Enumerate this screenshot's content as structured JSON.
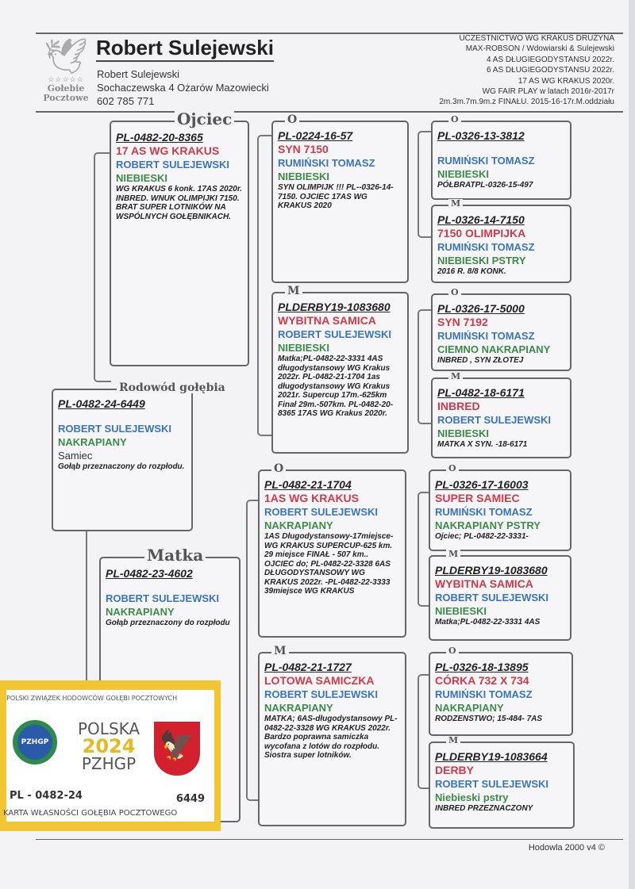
{
  "header": {
    "logo_text": [
      "Gołebie",
      "Pocztowe"
    ],
    "title": "Robert Sulejewski",
    "owner": "Robert Sulejewski",
    "address": "Sochaczewska 4 Ożarów Mazowiecki",
    "phone": "602 785 771",
    "achievements": [
      "UCZESTNICTWO WG KRAKUS DRUŻYNA",
      "MAX-ROBSON / Wdowiarski & Sulejewski",
      "4 AS DŁUGIEGODYSTANSU 2022r.",
      "6 AS DŁUGIEGODYSTANSU 2022r.",
      "17 AS WG KRAKUS 2020r.",
      "WG FAIR PLAY w latach 2016r-2017r",
      "2m.3m.7m.9m.z FINAŁU. 2015-16-17r.M.oddziału"
    ]
  },
  "pigeons": [
    {
      "id": "subject",
      "label": "Rodowód gołębia",
      "ring": "PL-0482-24-6449",
      "name": "",
      "owner": "ROBERT SULEJEWSKI",
      "color": "NAKRAPIANY",
      "sex": "Samiec",
      "notes": "Gołąb przeznaczony do rozpłodu."
    },
    {
      "id": "sire",
      "label": "Ojciec",
      "ring": "PL-0482-20-8365",
      "name": "17 AS WG KRAKUS",
      "owner": "ROBERT SULEJEWSKI",
      "color": "NIEBIESKI",
      "notes": "WG KRAKUS 6 konk. 17AS 2020r. INBRED. WNUK OLIMPIJKI 7150. BRAT SUPER LOTNIKÓW NA WSPÓLNYCH GOŁĘBNIKACH."
    },
    {
      "id": "dam",
      "label": "Matka",
      "ring": "PL-0482-23-4602",
      "name": "",
      "owner": "ROBERT SULEJEWSKI",
      "color": "NAKRAPIANY",
      "notes": "Gołąb przeznaczony do rozpłodu"
    },
    {
      "id": "ss",
      "label": "O",
      "ring": "PL-0224-16-57",
      "name": "SYN 7150",
      "owner": "RUMIŃSKI TOMASZ",
      "color": "NIEBIESKI",
      "notes": "SYN OLIMPIJK !!! PL--0326-14-7150.   OJCIEC 17AS WG KRAKUS 2020"
    },
    {
      "id": "sd",
      "label": "M",
      "ring": "PLDERBY19-1083680",
      "name": "WYBITNA SAMICA",
      "owner": "ROBERT SULEJEWSKI",
      "color": "NIEBIESKI",
      "notes": "Matka;PL-0482-22-3331 4AS długodystansowy WG Krakus 2022r.  PL-0482-21-1704  1as długodystansowy WG Krakus 2021r. Supercup 17m.-625km Finał 29m.-507km. PL-0482-20-8365 17AS WG Krakus 2020r."
    },
    {
      "id": "ds",
      "label": "O",
      "ring": "PL-0482-21-1704",
      "name": "1AS WG KRAKUS",
      "owner": "ROBERT SULEJEWSKI",
      "color": "NAKRAPIANY",
      "notes": "1AS Długodystansowy-17miejsce- WG KRAKUS SUPERCUP-625 km. 29 miejsce FINAŁ - 507 km.. OJCIEC do; PL-0482-22-3328 6AS DŁUGODYSTANSOWY WG KRAKUS 2022r. -PL-0482-22-3333 39miejsce WG KRAKUS"
    },
    {
      "id": "dd",
      "label": "M",
      "ring": "PL-0482-21-1727",
      "name": "LOTOWA SAMICZKA",
      "owner": "ROBERT SULEJEWSKI",
      "color": "NAKRAPIANY",
      "notes": "MATKA;  6AS-długodystansowy PL-0482-22-3328 WG KRAKUS 2022r. Bardzo poprawna samiczka wycofana z lotów do rozpłodu. Siostra super lotników."
    },
    {
      "id": "sss",
      "label": "O",
      "ring": "PL-0326-13-3812",
      "name": "",
      "owner": "RUMIŃSKI TOMASZ",
      "color": "NIEBIESKI",
      "notes": "PÓŁBRATPL-0326-15-497"
    },
    {
      "id": "ssd",
      "label": "M",
      "ring": "PL-0326-14-7150",
      "name": "7150 OLIMPIJKA",
      "owner": "RUMIŃSKI TOMASZ",
      "color": "NIEBIESKI PSTRY",
      "notes": "2016 R. 8/8 KONK."
    },
    {
      "id": "sds",
      "label": "O",
      "ring": "PL-0326-17-5000",
      "name": "SYN 7192",
      "owner": "RUMIŃSKI TOMASZ",
      "color": "CIEMNO NAKRAPIANY",
      "notes": " INBRED , SYN ZŁOTEJ"
    },
    {
      "id": "sdd",
      "label": "M",
      "ring": "PL-0482-18-6171",
      "name": "INBRED",
      "owner": "ROBERT SULEJEWSKI",
      "color": "NIEBIESKI",
      "notes": "MATKA X SYN. -18-6171"
    },
    {
      "id": "dss",
      "label": "O",
      "ring": "PL-0326-17-16003",
      "name": "SUPER SAMIEC",
      "owner": "RUMIŃSKI TOMASZ",
      "color": "NAKRAPIANY PSTRY",
      "notes": "Ojciec; PL-0482-22-3331-"
    },
    {
      "id": "dsd",
      "label": "M",
      "ring": "PLDERBY19-1083680",
      "name": "WYBITNA SAMICA",
      "owner": "ROBERT SULEJEWSKI",
      "color": "NIEBIESKI",
      "notes": "Matka;PL-0482-22-3331  4AS"
    },
    {
      "id": "dds",
      "label": "O",
      "ring": "PL-0326-18-13895",
      "name": "CÓRKA 732 X 734",
      "owner": "RUMIŃSKI TOMASZ",
      "color": "NAKRAPIANY",
      "notes": "RODZENSTWO; 15-484- 7AS"
    },
    {
      "id": "ddd",
      "label": "M",
      "ring": "PLDERBY19-1083664",
      "name": "DERBY",
      "owner": "ROBERT SULEJEWSKI",
      "color": "Niebieski pstry",
      "notes": "INBRED PRZEZNACZONY"
    }
  ],
  "footer": "Hodowla 2000 v4 ©",
  "card": {
    "org": "POLSKI ZWIĄZEK HODOWCÓW GOŁĘBI POCZTOWYCH",
    "emblem": "PZHGP",
    "country": "POLSKA",
    "year": "2024",
    "abbr": "PZHGP",
    "ring_prefix": "PL - 0482-24",
    "ring_number": "6449",
    "caption": "KARTA WŁASNOŚCI GOŁĘBIA POCZTOWEGO"
  }
}
